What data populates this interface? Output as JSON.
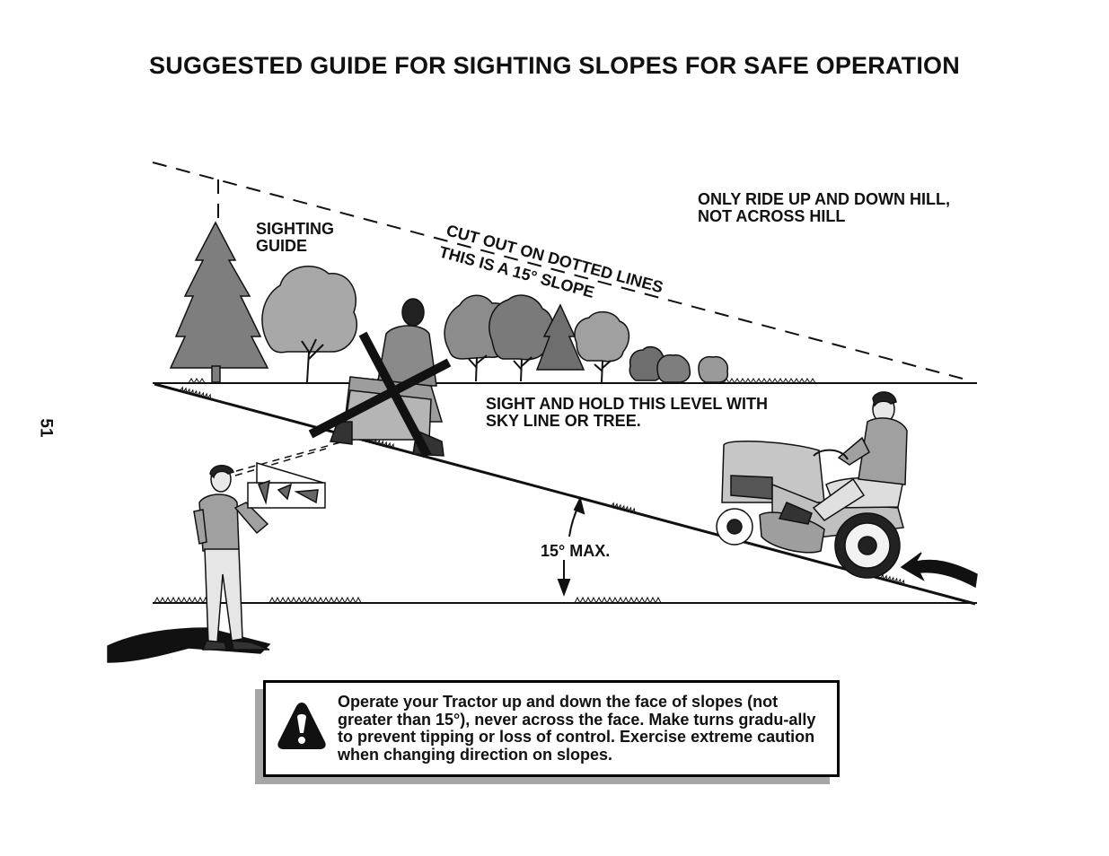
{
  "title": "SUGGESTED GUIDE FOR SIGHTING SLOPES FOR SAFE OPERATION",
  "page_number": "51",
  "labels": {
    "sighting_guide_line1": "SIGHTING",
    "sighting_guide_line2": "GUIDE",
    "cut_out": "CUT OUT ON DOTTED LINES",
    "fifteen_slope": "THIS IS A 15° SLOPE",
    "ride_line1": "ONLY RIDE UP AND DOWN HILL,",
    "ride_line2": "NOT ACROSS HILL",
    "sight_line1": "SIGHT AND HOLD THIS LEVEL WITH",
    "sight_line2": "SKY LINE OR TREE.",
    "max_angle": "15° MAX."
  },
  "warning": {
    "icon": "warning-triangle-icon",
    "text": "Operate your Tractor up and down the face of slopes (not greater than 15°), never across the face. Make turns gradu-ally to prevent tipping or loss of control. Exercise extreme caution when changing direction on slopes."
  },
  "colors": {
    "ink": "#111111",
    "gray_dark": "#6e6e6e",
    "gray_mid": "#9a9a9a",
    "gray_light": "#c8c8c8",
    "shadow": "#a6a6a6"
  }
}
